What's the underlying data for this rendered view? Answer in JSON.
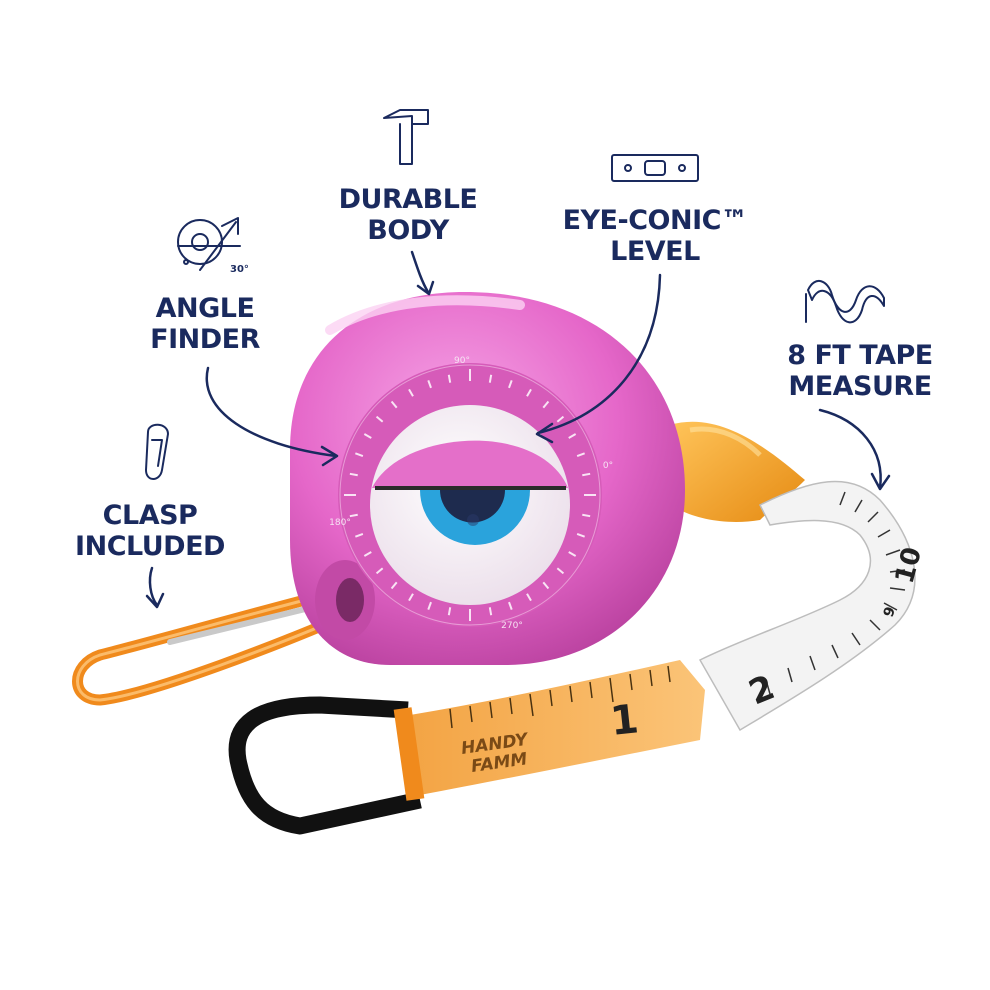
{
  "labels": {
    "durable_body": [
      "DURABLE",
      "BODY"
    ],
    "eye_conic_level": [
      "EYE-CONIC™",
      "LEVEL"
    ],
    "angle_finder": [
      "ANGLE",
      "FINDER"
    ],
    "tape_measure": [
      "8 FT TAPE",
      "MEASURE"
    ],
    "clasp_included": [
      "CLASP",
      "INCLUDED"
    ]
  },
  "icons": {
    "durable_body": "hammer-icon",
    "eye_conic_level": "spirit-level-icon",
    "angle_finder": "angle-finder-icon",
    "tape_measure": "tape-measure-icon",
    "clasp_included": "carabiner-icon"
  },
  "angle_icon_text": "30°",
  "dial": {
    "top": "90°",
    "right": "0°",
    "left": "180°",
    "bottom": "270°"
  },
  "tape": {
    "numbers": [
      "1",
      "2",
      "9",
      "10"
    ],
    "brand": [
      "HANDY",
      "FAMM"
    ]
  },
  "colors": {
    "label_navy": "#1a2a5e",
    "body_pink": "#e468c8",
    "beak_orange": "#f4a12a",
    "tape_orange": "#f6b35a",
    "iris_blue": "#2aa3dc",
    "clasp_orange": "#f08a1c"
  }
}
